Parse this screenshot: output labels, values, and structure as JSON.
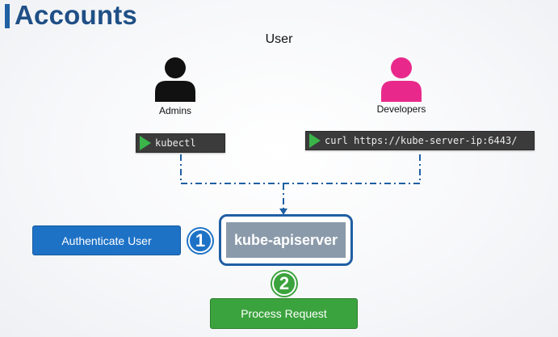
{
  "header": {
    "title": "Accounts",
    "accent_color": "#1f5fa3"
  },
  "section_label": "User",
  "users": [
    {
      "label": "Admins",
      "icon": "person-icon",
      "color": "#111111",
      "command": "kubectl"
    },
    {
      "label": "Developers",
      "icon": "person-icon",
      "color": "#e8298b",
      "command": "curl https://kube-server-ip:6443/"
    }
  ],
  "server": {
    "label": "kube-apiserver",
    "border_color": "#1f5fa3",
    "fill_color": "#8a9aaa"
  },
  "steps": [
    {
      "number": "1",
      "label": "Authenticate User",
      "color": "#1e72c6"
    },
    {
      "number": "2",
      "label": "Process Request",
      "color": "#3ba33d"
    }
  ]
}
